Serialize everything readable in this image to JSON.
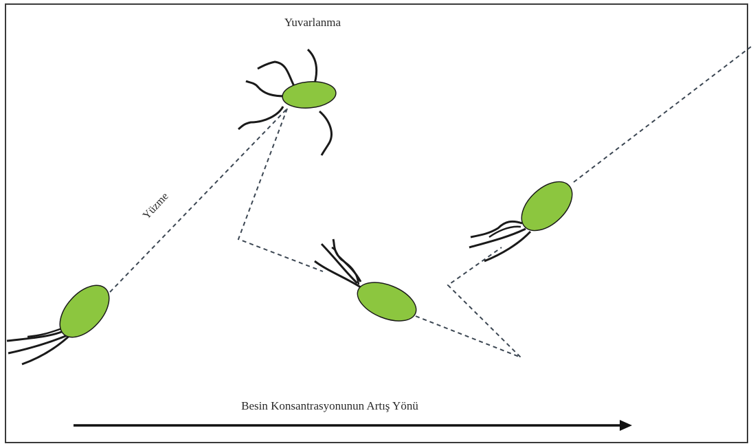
{
  "labels": {
    "tumble": "Yuvarlanma",
    "swim": "Yüzme",
    "gradient_arrow": "Besin Konsantrasyonunun Artış Yönü"
  },
  "colors": {
    "cell_fill": "#8cc63f",
    "outline": "#1a1a1a",
    "frame": "#3a3a3a",
    "path": "#3b4652"
  }
}
